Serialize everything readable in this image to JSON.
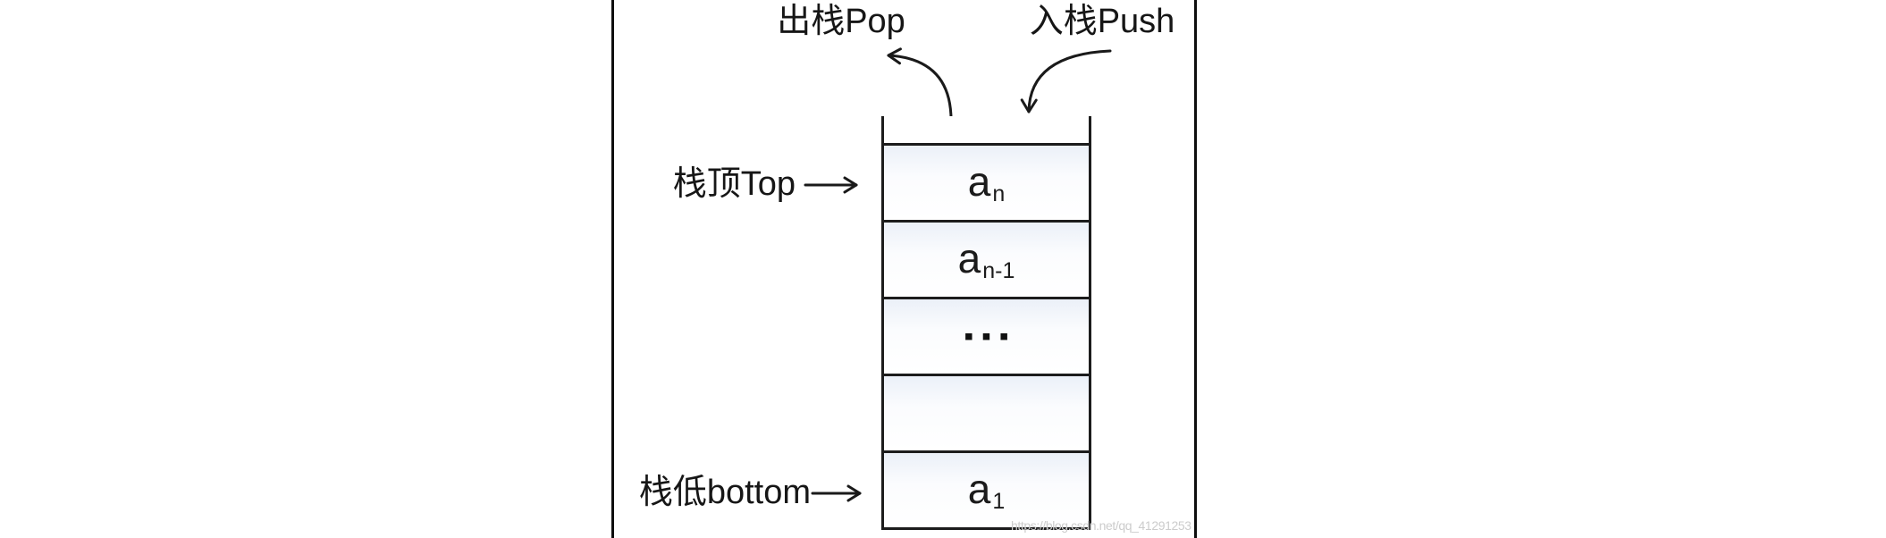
{
  "diagram": {
    "pop_label": "出栈Pop",
    "push_label": "入栈Push",
    "top_pointer_label": "栈顶Top",
    "bottom_pointer_label": "栈低bottom",
    "stack_cells": [
      {
        "base": "a",
        "sub": "n"
      },
      {
        "base": "a",
        "sub": "n-1"
      },
      {
        "base": "▪▪▪",
        "sub": ""
      },
      {
        "base": "",
        "sub": ""
      },
      {
        "base": "a",
        "sub": "1"
      }
    ],
    "watermark": "https://blog.csdn.net/qq_41291253"
  },
  "colors": {
    "line": "#1a1a1a",
    "text": "#161616",
    "watermark": "#cccccc"
  }
}
